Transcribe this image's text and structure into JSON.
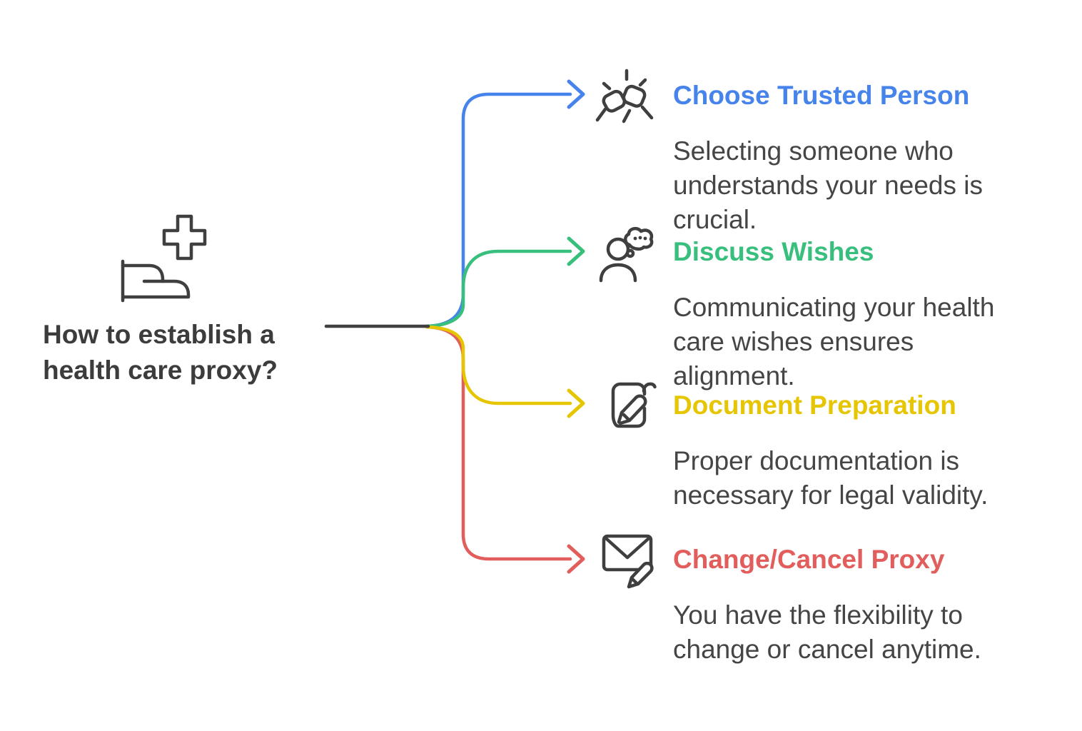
{
  "central": {
    "title_lines": [
      "How to establish a",
      "health care proxy?"
    ],
    "icon": "health-care-bed-cross-icon"
  },
  "colors": {
    "icon_gray": "#3F3F3F",
    "trunk_line": "#3F3F3F",
    "title_text": "#3C3C3C",
    "body_text": "#454545",
    "blue": "#4683EA",
    "green": "#38BF7D",
    "yellow": "#E6C502",
    "red": "#E15E5C"
  },
  "branches": [
    {
      "title": "Choose Trusted Person",
      "color": "#4683EA",
      "icon": "fist-bump-icon",
      "description_lines": [
        "Selecting someone who",
        "understands your needs is",
        "crucial."
      ]
    },
    {
      "title": "Discuss Wishes",
      "color": "#38BF7D",
      "icon": "person-thought-bubble-icon",
      "description_lines": [
        "Communicating your health",
        "care wishes ensures",
        "alignment."
      ]
    },
    {
      "title": "Document Preparation",
      "color": "#E6C502",
      "icon": "document-pen-icon",
      "description_lines": [
        "Proper documentation is",
        "necessary for legal validity."
      ]
    },
    {
      "title": "Change/Cancel Proxy",
      "color": "#E15E5C",
      "icon": "envelope-pencil-icon",
      "description_lines": [
        "You have the flexibility to",
        "change or cancel anytime."
      ]
    }
  ]
}
